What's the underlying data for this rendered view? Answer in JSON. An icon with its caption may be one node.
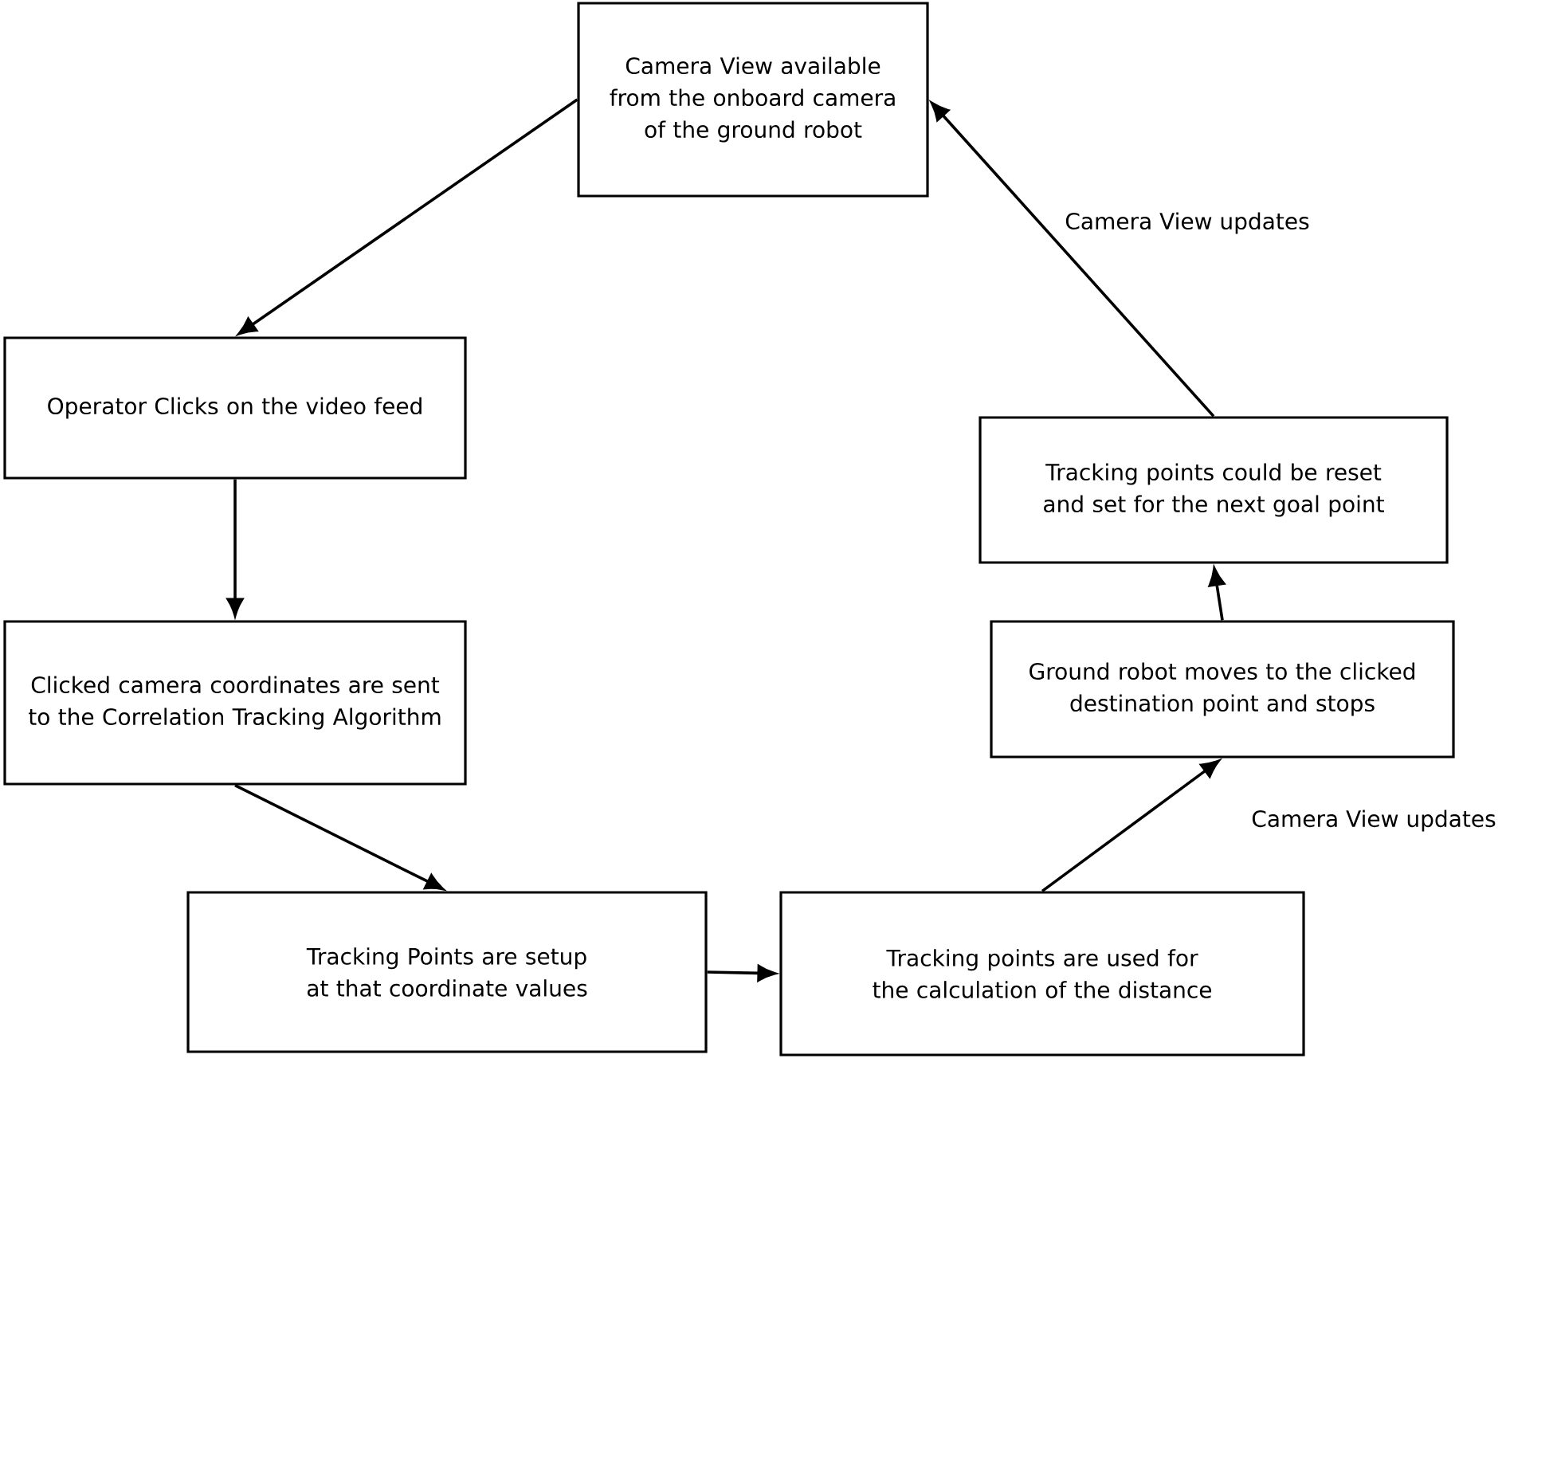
{
  "diagram": {
    "nodes": [
      {
        "text": [
          "Camera View available from the onboard camera of the ground robot"
        ]
      },
      {
        "text": [
          "Operator Clicks on the video feed"
        ]
      },
      {
        "text": [
          "Clicked camera coordinates are sent to the Correlation Tracking Algorithm"
        ]
      },
      {
        "text": [
          "Tracking Points are setup at that coordinate values"
        ]
      },
      {
        "text": [
          "Tracking points are used for the calculation of the distance"
        ]
      },
      {
        "text": [
          "Ground robot moves to the clicked destination point and stops"
        ]
      },
      {
        "text": [
          "Tracking points could be reset and set for the next goal point"
        ]
      }
    ],
    "edges": [
      {
        "from": 0,
        "to": 1,
        "arrow": "to"
      },
      {
        "from": 1,
        "to": 2,
        "arrow": "to"
      },
      {
        "from": 2,
        "to": 3,
        "arrow": "to"
      },
      {
        "from": 3,
        "to": 4,
        "arrow": "to"
      },
      {
        "from": 4,
        "to": 5,
        "arrow": "to",
        "label": "Camera View updates"
      },
      {
        "from": 5,
        "to": 6,
        "arrow": "to"
      },
      {
        "from": 6,
        "to": 0,
        "arrow": "to",
        "label": "Camera View updates"
      }
    ]
  }
}
